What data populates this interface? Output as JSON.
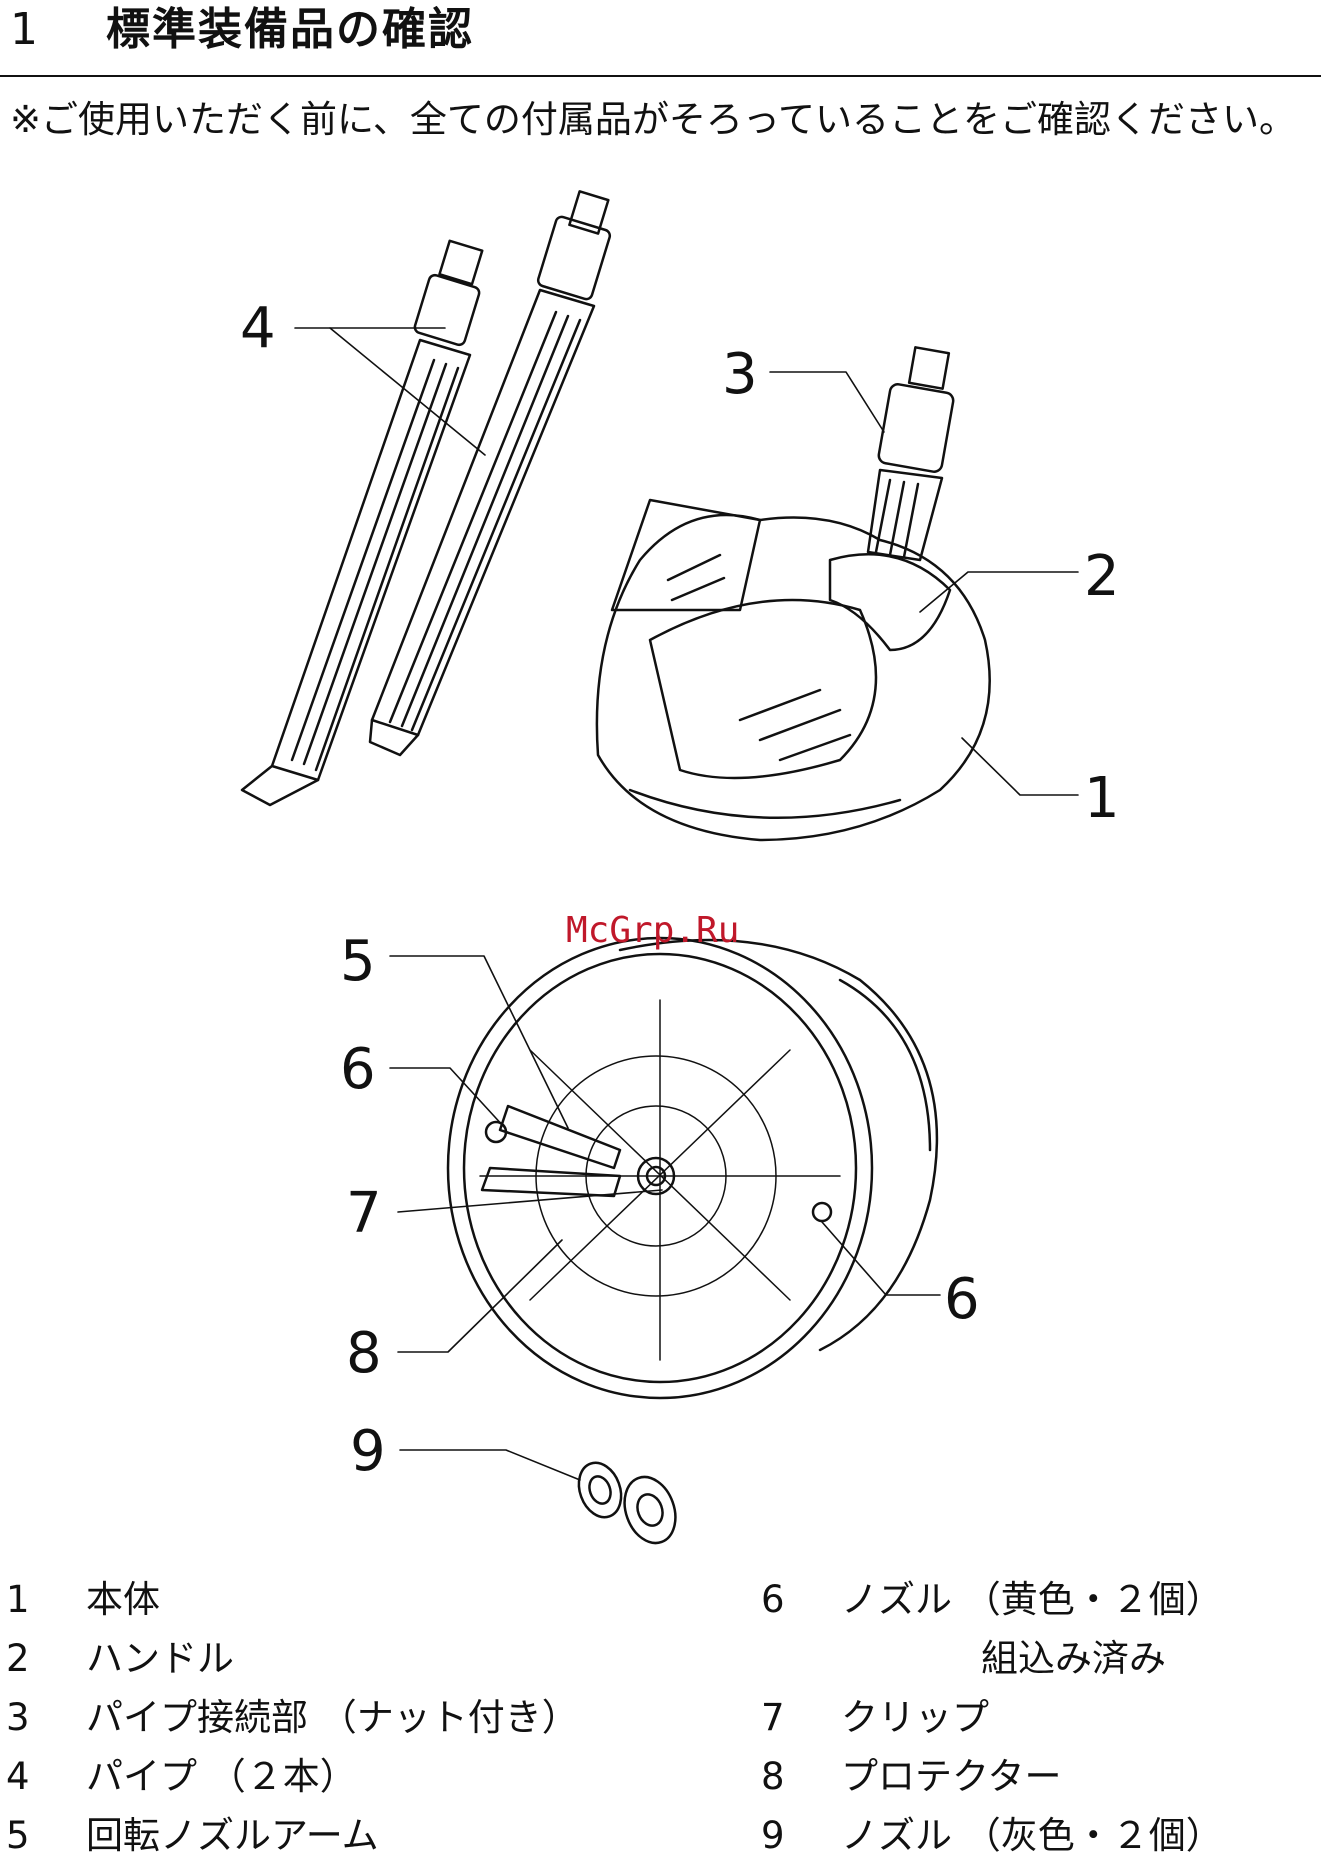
{
  "section": {
    "number": "1",
    "title": "標準装備品の確認"
  },
  "notice": "※ご使用いただく前に、全ての付属品がそろっていることをご確認ください。",
  "watermark": "McGrp.Ru",
  "callouts": [
    "4",
    "3",
    "2",
    "1",
    "5",
    "6",
    "7",
    "6",
    "8",
    "9"
  ],
  "legend": {
    "left": [
      {
        "num": "1",
        "text": "本体"
      },
      {
        "num": "2",
        "text": "ハンドル"
      },
      {
        "num": "3",
        "text": "パイプ接続部 （ナット付き）"
      },
      {
        "num": "4",
        "text": "パイプ （２本）"
      },
      {
        "num": "5",
        "text": "回転ノズルアーム"
      }
    ],
    "right": [
      {
        "num": "6",
        "text": "ノズル （黄色・２個）",
        "cont": "組込み済み"
      },
      {
        "num": "7",
        "text": "クリップ"
      },
      {
        "num": "8",
        "text": "プロテクター"
      },
      {
        "num": "9",
        "text": "ノズル （灰色・２個）"
      }
    ]
  }
}
